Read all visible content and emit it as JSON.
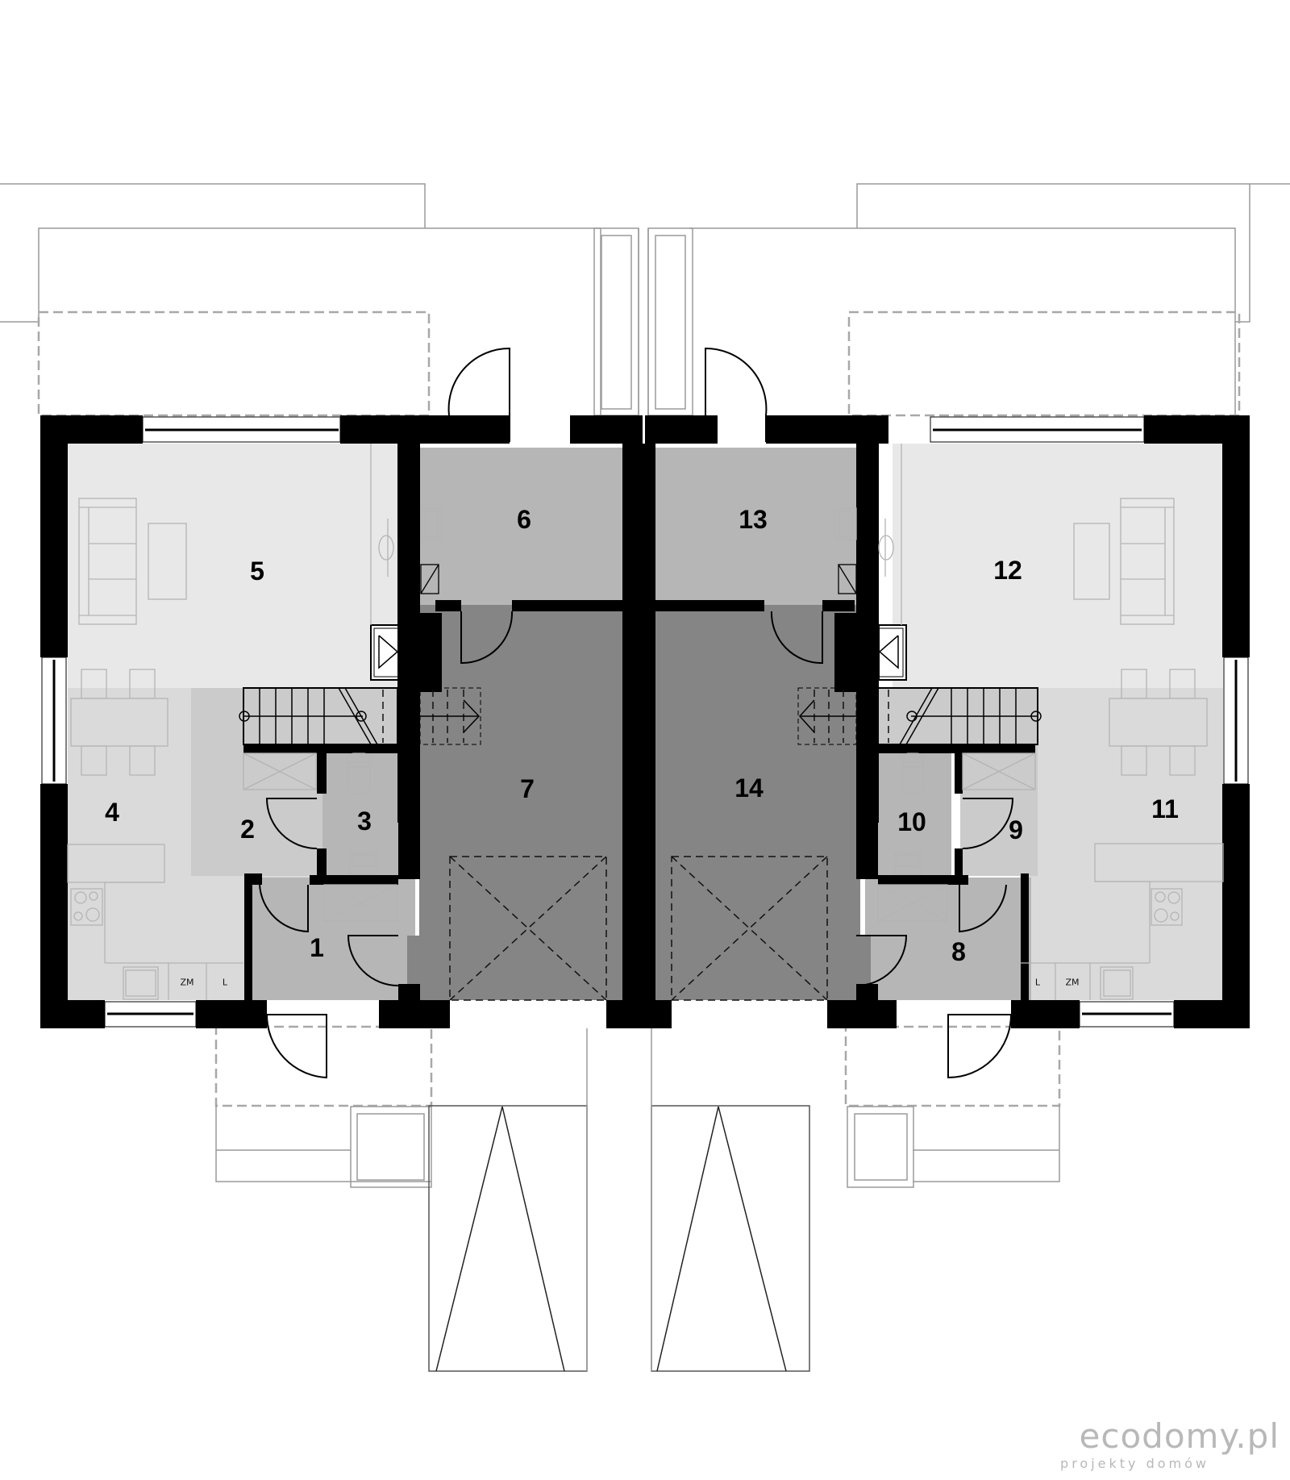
{
  "plan": {
    "colors": {
      "wall": "#000000",
      "living": "#e8e8e8",
      "kitchen_dining": "#dadada",
      "hall": "#cbcbcb",
      "utility": "#b6b6b6",
      "garage": "#858585",
      "background": "#ffffff"
    },
    "rooms": [
      {
        "id": "1",
        "label": "1",
        "unit": "left",
        "type": "vestibule"
      },
      {
        "id": "2",
        "label": "2",
        "unit": "left",
        "type": "hall"
      },
      {
        "id": "3",
        "label": "3",
        "unit": "left",
        "type": "wc"
      },
      {
        "id": "4",
        "label": "4",
        "unit": "left",
        "type": "kitchen-dining"
      },
      {
        "id": "5",
        "label": "5",
        "unit": "left",
        "type": "living-room"
      },
      {
        "id": "6",
        "label": "6",
        "unit": "left",
        "type": "utility"
      },
      {
        "id": "7",
        "label": "7",
        "unit": "left",
        "type": "garage"
      },
      {
        "id": "8",
        "label": "8",
        "unit": "right",
        "type": "vestibule"
      },
      {
        "id": "9",
        "label": "9",
        "unit": "right",
        "type": "hall"
      },
      {
        "id": "10",
        "label": "10",
        "unit": "right",
        "type": "wc"
      },
      {
        "id": "11",
        "label": "11",
        "unit": "right",
        "type": "kitchen-dining"
      },
      {
        "id": "12",
        "label": "12",
        "unit": "right",
        "type": "living-room"
      },
      {
        "id": "13",
        "label": "13",
        "unit": "right",
        "type": "utility"
      },
      {
        "id": "14",
        "label": "14",
        "unit": "right",
        "type": "garage"
      }
    ],
    "appliance_labels": {
      "left_fridge": "ZM",
      "left_dishwasher": "L",
      "right_fridge": "ZM",
      "right_dishwasher": "L"
    }
  },
  "watermark": {
    "brand": "ecodomy.pl",
    "tagline": "projekty domów"
  }
}
